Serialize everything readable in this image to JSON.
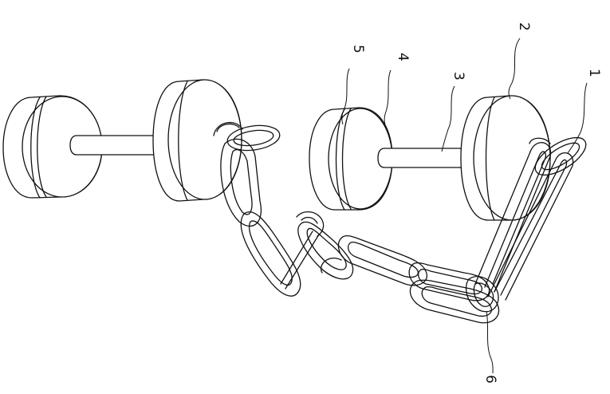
{
  "labels": [
    {
      "id": "label-1",
      "text": "1"
    },
    {
      "id": "label-2",
      "text": "2"
    },
    {
      "id": "label-3",
      "text": "3"
    },
    {
      "id": "label-4",
      "text": "4"
    },
    {
      "id": "label-5",
      "text": "5"
    },
    {
      "id": "label-6",
      "text": "6"
    }
  ],
  "colors": {
    "line": "#111111",
    "background": "#ffffff"
  }
}
